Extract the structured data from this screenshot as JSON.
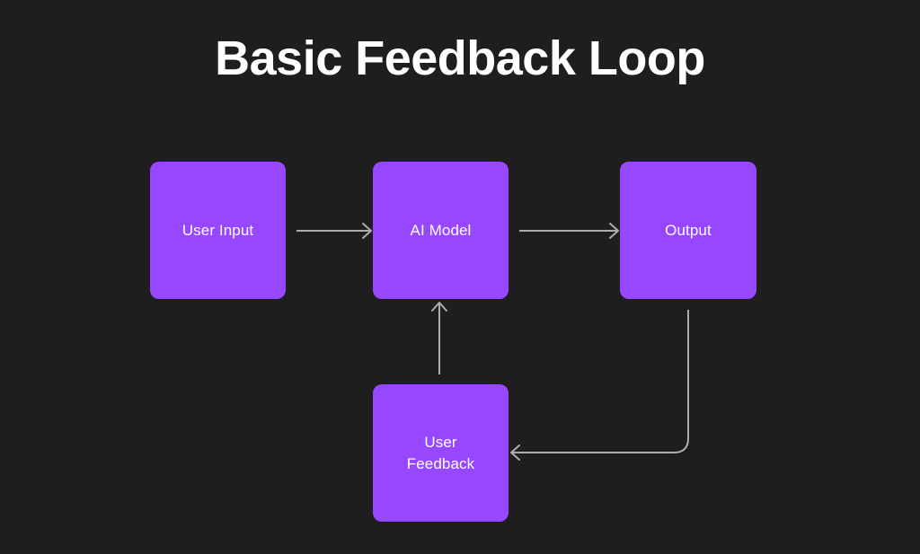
{
  "diagram": {
    "title": "Basic Feedback Loop",
    "background_color": "#1e1e1e",
    "node_color": "#9747ff",
    "node_text_color": "#ffffff",
    "connector_color": "#adadad",
    "nodes": [
      {
        "id": "user-input",
        "label": "User Input"
      },
      {
        "id": "ai-model",
        "label": "AI Model"
      },
      {
        "id": "output",
        "label": "Output"
      },
      {
        "id": "user-feedback",
        "label": "User\nFeedback"
      }
    ],
    "connectors": [
      {
        "id": "user-input-to-ai-model",
        "from": "User Input",
        "to": "AI Model",
        "style": "straight-horizontal",
        "direction": "right"
      },
      {
        "id": "ai-model-to-output",
        "from": "AI Model",
        "to": "Output",
        "style": "straight-horizontal",
        "direction": "right"
      },
      {
        "id": "output-to-user-feedback",
        "from": "Output",
        "to": "User Feedback",
        "style": "elbow",
        "direction": "left"
      },
      {
        "id": "user-feedback-to-ai-model",
        "from": "User Feedback",
        "to": "AI Model",
        "style": "straight-vertical",
        "direction": "up"
      }
    ]
  }
}
